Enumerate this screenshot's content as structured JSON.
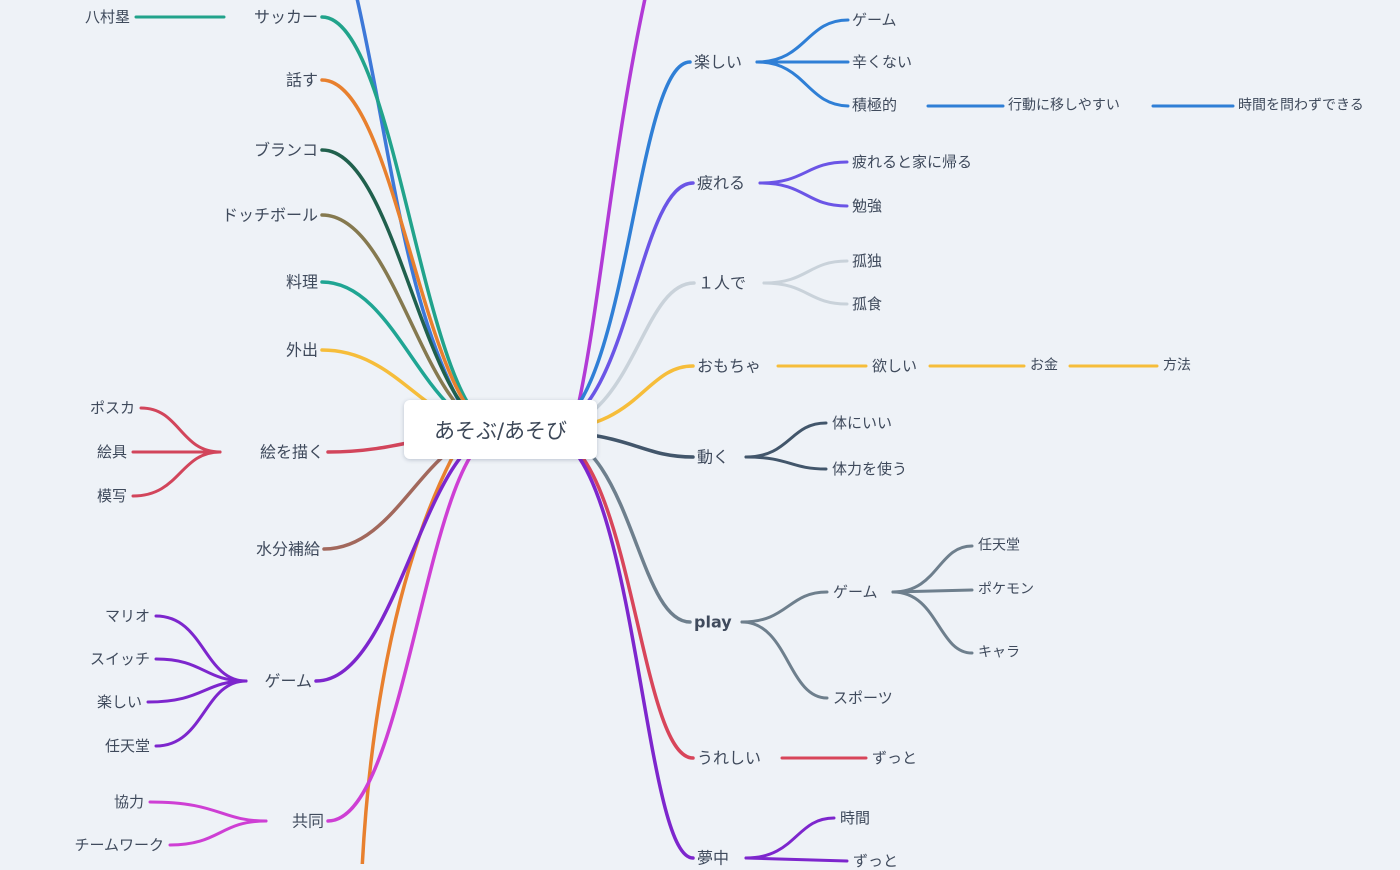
{
  "canvas": {
    "background": "#eef2f7",
    "root_bg": "#ffffff",
    "text_color": "#3f4a5c"
  },
  "root": {
    "label": "あそぶ/あそび"
  },
  "left": [
    {
      "label": "サッカー",
      "color": "#21a38b",
      "children": [
        {
          "label": "八村塁"
        }
      ]
    },
    {
      "label": "話す",
      "color": "#e8802e",
      "children": []
    },
    {
      "label": "ブランコ",
      "color": "#20604d",
      "children": []
    },
    {
      "label": "ドッチボール",
      "color": "#85794f",
      "children": []
    },
    {
      "label": "料理",
      "color": "#1fa593",
      "children": []
    },
    {
      "label": "外出",
      "color": "#f6bd3a",
      "children": []
    },
    {
      "label": "絵を描く",
      "color": "#d2455b",
      "children": [
        {
          "label": "ポスカ"
        },
        {
          "label": "絵具"
        },
        {
          "label": "模写"
        }
      ]
    },
    {
      "label": "水分補給",
      "color": "#a2685c",
      "children": []
    },
    {
      "label": "ゲーム",
      "color": "#7d26cd",
      "children": [
        {
          "label": "マリオ"
        },
        {
          "label": "スイッチ"
        },
        {
          "label": "楽しい"
        },
        {
          "label": "任天堂"
        }
      ]
    },
    {
      "label": "共同",
      "color": "#ce3fd4",
      "children": [
        {
          "label": "協力"
        },
        {
          "label": "チームワーク"
        }
      ]
    }
  ],
  "right": [
    {
      "label": "楽しい",
      "color": "#2f7fd6",
      "children": [
        {
          "label": "ゲーム"
        },
        {
          "label": "辛くない"
        },
        {
          "label": "積極的",
          "children": [
            {
              "label": "行動に移しやすい",
              "children": [
                {
                  "label": "時間を問わずできる"
                }
              ]
            }
          ]
        }
      ]
    },
    {
      "label": "疲れる",
      "color": "#6b55e6",
      "children": [
        {
          "label": "疲れると家に帰る"
        },
        {
          "label": "勉強"
        }
      ]
    },
    {
      "label": "１人で",
      "color": "#c9d2da",
      "children": [
        {
          "label": "孤独"
        },
        {
          "label": "孤食"
        }
      ]
    },
    {
      "label": "おもちゃ",
      "color": "#f6bd3a",
      "children": [
        {
          "label": "欲しい",
          "children": [
            {
              "label": "お金",
              "children": [
                {
                  "label": "方法"
                }
              ]
            }
          ]
        }
      ]
    },
    {
      "label": "動く",
      "color": "#42566b",
      "children": [
        {
          "label": "体にいい"
        },
        {
          "label": "体力を使う"
        }
      ]
    },
    {
      "label": "play",
      "color": "#6e7f8d",
      "children": [
        {
          "label": "ゲーム",
          "children": [
            {
              "label": "任天堂"
            },
            {
              "label": "ポケモン"
            },
            {
              "label": "キャラ"
            }
          ]
        },
        {
          "label": "スポーツ"
        }
      ]
    },
    {
      "label": "うれしい",
      "color": "#d8455a",
      "children": [
        {
          "label": "ずっと"
        }
      ]
    },
    {
      "label": "夢中",
      "color": "#7d26cd",
      "children": [
        {
          "label": "時間"
        },
        {
          "label": "ずっと"
        }
      ]
    }
  ],
  "offscreen_branch_colors": {
    "top_left": "#3d78d8",
    "top_right": "#b23ad6",
    "bottom_left": "#e8802e"
  }
}
